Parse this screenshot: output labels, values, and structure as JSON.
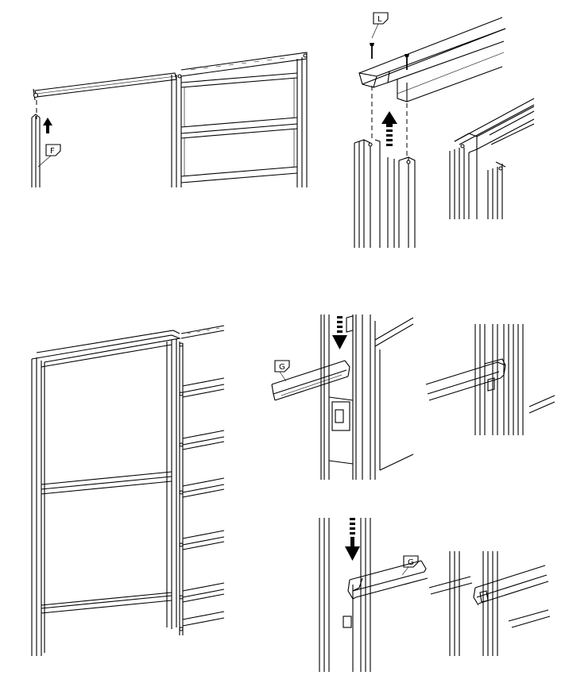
{
  "labels": {
    "f": "F",
    "l": "L",
    "g1": "G",
    "g2": "G"
  },
  "colors": {
    "line": "#000000",
    "background": "#ffffff"
  },
  "icons": [
    "up-arrow-icon",
    "down-arrow-icon",
    "screw-icon"
  ]
}
